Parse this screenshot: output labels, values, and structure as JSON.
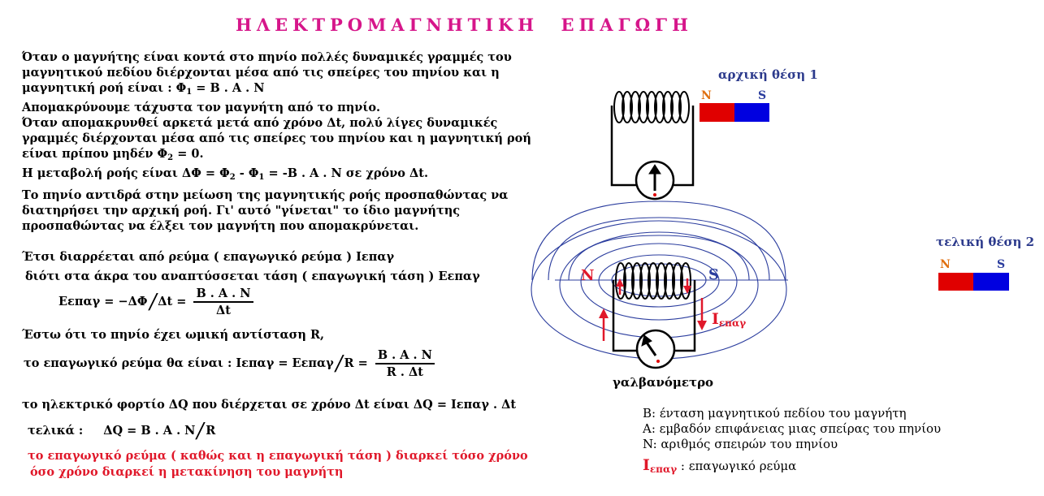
{
  "title": "ΗΛΕΚΤΡΟΜΑΓΝΗΤΙΚΗ ΕΠΑΓΩΓΗ",
  "para1": {
    "l1": "Όταν ο μαγνήτης είναι κοντά στο πηνίο  πολλές δυναμικές γραμμές του",
    "l2": "μαγνητικού πεδίου διέρχονται μέσα από τις σπείρες του πηνίου   και  η",
    "l3a": "μαγνητική ροή είναι :  Φ",
    "l3sub": "1",
    "l3b": " = B . A . N",
    "l4": "Απομακρύνουμε τάχυστα τον μαγνήτη από το πηνίο.",
    "l5": "Όταν απομακρυνθεί  αρκετά  μετά από  χρόνο Δt, πολύ λίγες δυναμικές",
    "l6": "γραμμές διέρχονται μέσα από τις σπείρες του πηνίου και η μαγνητική  ροή",
    "l7a": "είναι πρίπου μηδέν  Φ",
    "l7sub": "2",
    "l7b": " = 0.",
    "l8a": "Η μεταβολή ροής είναι ΔΦ =  Φ",
    "l8sub1": "2",
    "l8b": " - Φ",
    "l8sub2": "1",
    "l8c": "  = -B . A . N    σε χρόνο  Δt."
  },
  "para2": {
    "l1": "Το πηνίο αντιδρά στην μείωση της μαγνητικής ροής  προσπαθώντας να",
    "l2": "διατηρήσει την αρχική ροή.  Γι' αυτό  \"γίνεται\"  το ίδιο  μαγνήτης",
    "l3": "προσπαθώντας να  έλξει τον  μαγνήτη που  απομακρύνεται."
  },
  "para3": {
    "l1": "Έτσι διαρρέεται από ρεύμα  ( επαγωγικό ρεύμα )  Ιεπαγ",
    "l2": "διότι  στα άκρα  του  αναπτύσσεται  τάση ( επαγωγική τάση )  Εεπαγ"
  },
  "eq1": {
    "lhs": "Εεπαγ = ",
    "minus": "−",
    "num1": "ΔΦ",
    "den1": "Δt",
    "eq": " = ",
    "num2": "B . A . N",
    "den2": "Δt"
  },
  "para4": {
    "l1": "Έστω ότι το πηνίο  έχει ωμική αντίσταση  R,"
  },
  "eq2": {
    "prefix": "το επαγωγικό ρεύμα θα είναι :   Ιεπαγ  =  Εεπαγ",
    "den1": "R",
    "eq": " = ",
    "num2": "B . A . N",
    "den2": "R . Δt"
  },
  "charge": {
    "l1": "το  ηλεκτρικό φορτίο  ΔQ  που διέρχεται  σε χρόνο  Δt  είναι  ΔQ = Ιεπαγ . Δt"
  },
  "final": {
    "label": "τελικά  :",
    "a": "ΔQ  =  B . A . N",
    "b": "R"
  },
  "note": {
    "l1": "το επαγωγικό ρεύμα ( καθώς  και η  επαγωγική τάση )   διαρκεί τόσο χρόνο",
    "l2": "όσο χρόνο διαρκεί  η  μετακίνηση του μαγνήτη"
  },
  "diagram": {
    "initial_label": "αρχική θέση 1",
    "final_label": "τελική θέση 2",
    "magnet_n": "N",
    "magnet_s": "S",
    "galvanometer_label": "γαλβανόμετρο",
    "current_label": "Ι",
    "current_sub": "επαγ"
  },
  "legend": {
    "b": "B: ένταση μαγνητικού πεδίου του μαγνήτη",
    "a": "A: εμβαδόν επιφάνειας μιας σπείρας του πηνίου",
    "n": "N: αριθμός σπειρών του πηνίου",
    "i_sym": "Ι",
    "i_sub": "επαγ",
    "i_text": " :  επαγωγικό ρεύμα"
  },
  "colors": {
    "title": "#d6168a",
    "red": "#e0182a",
    "blue_text": "#2c3a8c",
    "field_lines": "#2b3d9e",
    "magnet_n": "#e00000",
    "magnet_s": "#0000e0",
    "n_letter": "#e07010"
  }
}
